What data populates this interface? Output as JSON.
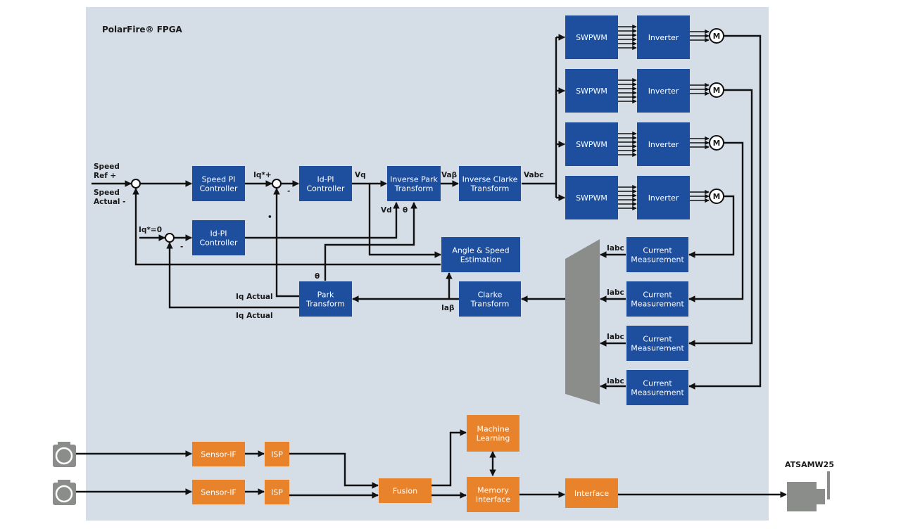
{
  "title": "PolarFire® FPGA",
  "colors": {
    "panel": "#d5dde7",
    "blue_block": "#1e4f9e",
    "orange_block": "#e8832c",
    "gray": "#8a8d89"
  },
  "blocks": [
    {
      "id": "speed_pi",
      "lines": [
        "Speed PI",
        "Controller"
      ]
    },
    {
      "id": "id_pi_q",
      "lines": [
        "Id-PI",
        "Controller"
      ]
    },
    {
      "id": "inv_park",
      "lines": [
        "Inverse Park",
        "Transform"
      ]
    },
    {
      "id": "inv_clarke",
      "lines": [
        "Inverse Clarke",
        "Transform"
      ]
    },
    {
      "id": "id_pi_d",
      "lines": [
        "Id-PI",
        "Controller"
      ]
    },
    {
      "id": "angle_speed",
      "lines": [
        "Angle & Speed",
        "Estimation"
      ]
    },
    {
      "id": "park",
      "lines": [
        "Park",
        "Transform"
      ]
    },
    {
      "id": "clarke",
      "lines": [
        "Clarke",
        "Transform"
      ]
    },
    {
      "id": "swpwm1",
      "lines": [
        "SWPWM"
      ]
    },
    {
      "id": "swpwm2",
      "lines": [
        "SWPWM"
      ]
    },
    {
      "id": "swpwm3",
      "lines": [
        "SWPWM"
      ]
    },
    {
      "id": "swpwm4",
      "lines": [
        "SWPWM"
      ]
    },
    {
      "id": "inverter1",
      "lines": [
        "Inverter"
      ]
    },
    {
      "id": "inverter2",
      "lines": [
        "Inverter"
      ]
    },
    {
      "id": "inverter3",
      "lines": [
        "Inverter"
      ]
    },
    {
      "id": "inverter4",
      "lines": [
        "Inverter"
      ]
    },
    {
      "id": "current1",
      "lines": [
        "Current",
        "Measurement"
      ]
    },
    {
      "id": "current2",
      "lines": [
        "Current",
        "Measurement"
      ]
    },
    {
      "id": "current3",
      "lines": [
        "Current",
        "Measurement"
      ]
    },
    {
      "id": "current4",
      "lines": [
        "Current",
        "Measurement"
      ]
    },
    {
      "id": "sensor_if1",
      "lines": [
        "Sensor-IF"
      ]
    },
    {
      "id": "sensor_if2",
      "lines": [
        "Sensor-IF"
      ]
    },
    {
      "id": "isp1",
      "lines": [
        "ISP"
      ]
    },
    {
      "id": "isp2",
      "lines": [
        "ISP"
      ]
    },
    {
      "id": "fusion",
      "lines": [
        "Fusion"
      ]
    },
    {
      "id": "ml",
      "lines": [
        "Machine",
        "Learning"
      ]
    },
    {
      "id": "memory",
      "lines": [
        "Memory",
        "Interface"
      ]
    },
    {
      "id": "interface",
      "lines": [
        "Interface"
      ]
    }
  ],
  "motor_label": "M",
  "signals": {
    "speed_ref": "Speed",
    "speed_ref2": "Ref +",
    "speed_actual": "Speed",
    "speed_actual2": "Actual -",
    "iq_ref": "Iq*+",
    "minus1": "-",
    "dot1": "•",
    "vq": "Vq",
    "vd": "Vd",
    "theta1": "θ",
    "vab": "Vaβ",
    "vabc": "Vabc",
    "id_ref": "Iq*=0",
    "minus2": "-",
    "theta2": "θ",
    "iq_actual1": "Iq Actual",
    "iq_actual2": "Iq Actual",
    "iab": "Iaβ",
    "iabc1": "Iabc",
    "iabc2": "Iabc",
    "iabc3": "Iabc",
    "iabc4": "Iabc"
  },
  "external": {
    "wifi_module": "ATSAMW25"
  },
  "icons": {
    "camera": "camera-icon",
    "motor": "motor-icon",
    "wifi_module": "wifi-module-icon"
  }
}
